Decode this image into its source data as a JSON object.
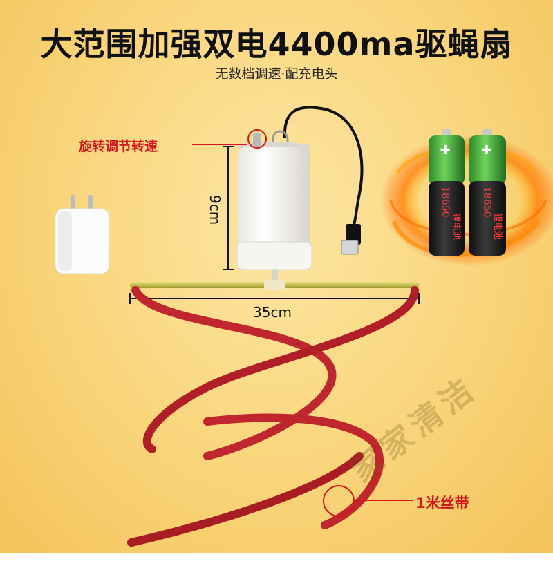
{
  "product": {
    "title": "大范围加强双电4400ma驱蝇扇",
    "subtitle": "无数档调速·配充电头"
  },
  "callouts": {
    "speed_knob": "旋转调节转速",
    "ribbon": "1米丝带"
  },
  "dimensions": {
    "height": "9cm",
    "width": "35cm"
  },
  "batteries": [
    {
      "model": "18650",
      "label": "锂电池"
    },
    {
      "model": "18650",
      "label": "锂电池"
    }
  ],
  "watermark": "家家清洁",
  "colors": {
    "background": "#f9d57a",
    "title": "#111111",
    "callout": "#d8141b",
    "ribbon": "#c0262e",
    "battery_top": "#3fae3a",
    "battery_bottom": "#1f1f1f"
  }
}
